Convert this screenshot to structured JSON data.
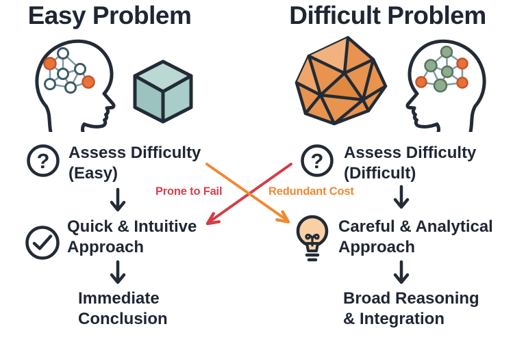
{
  "left": {
    "title": "Easy Problem",
    "header_icons": [
      "head-with-network",
      "cube"
    ],
    "steps": [
      {
        "icon": "question-mark-circle",
        "line1": "Assess Difficulty",
        "line2": "(Easy)"
      },
      {
        "icon": "check-circle",
        "line1": "Quick & Intuitive",
        "line2": "Approach"
      },
      {
        "icon": "none",
        "line1": "Immediate",
        "line2": "Conclusion"
      }
    ]
  },
  "right": {
    "title": "Difficult Problem",
    "header_icons": [
      "icosahedron",
      "head-with-network"
    ],
    "steps": [
      {
        "icon": "question-mark-circle",
        "line1": "Assess Difficulty",
        "line2": "(Difficult)"
      },
      {
        "icon": "lightbulb",
        "line1": "Careful & Analytical",
        "line2": "Approach"
      },
      {
        "icon": "none",
        "line1": "Broad Reasoning",
        "line2": "& Integration"
      }
    ]
  },
  "cross_arrows": {
    "red_label": "Prone to Fail",
    "orange_label": "Redundant Cost",
    "red_color": "#d43d46",
    "orange_color": "#ef8a33"
  },
  "glyphs": {
    "question": "?"
  },
  "colors": {
    "text": "#1f2633",
    "outline": "#222b36",
    "node_orange": "#e8733a",
    "node_green": "#8fad8c",
    "cube_teal": "#a9cdc9",
    "icosahedron_orange": "#e8934f",
    "bulb_fill": "#f9d0a4"
  }
}
